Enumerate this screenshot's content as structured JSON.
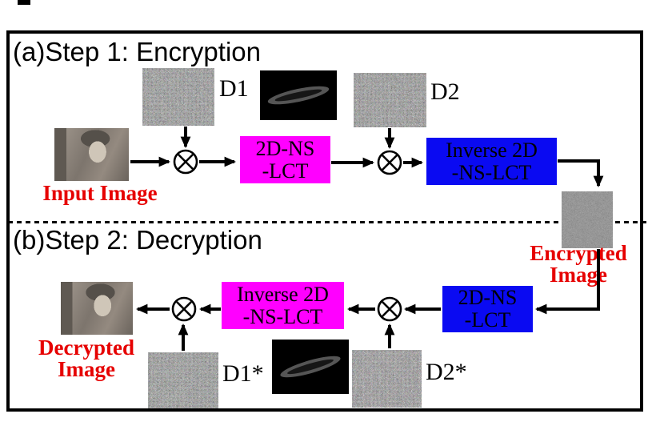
{
  "figure": {
    "colors": {
      "magenta_box": "#ff00ff",
      "blue_box": "#0a0af2",
      "red_label": "#e60000",
      "arrow": "#000000"
    },
    "step1": {
      "title": "(a)Step 1: Encryption",
      "input_image_label": "Input Image",
      "mask1_label": "D1",
      "mask2_label": "D2",
      "forward_box_line1": "2D-NS",
      "forward_box_line2": "-LCT",
      "inverse_box_line1": "Inverse 2D",
      "inverse_box_line2": "-NS-LCT"
    },
    "encrypted": {
      "label_line1": "Encrypted",
      "label_line2": "Image"
    },
    "step2": {
      "title": "(b)Step 2: Decryption",
      "decrypted_label_line1": "Decrypted",
      "decrypted_label_line2": "Image",
      "mask1_label": "D1*",
      "mask2_label": "D2*",
      "forward_box_line1": "2D-NS",
      "forward_box_line2": "-LCT",
      "inverse_box_line1": "Inverse 2D",
      "inverse_box_line2": "-NS-LCT"
    }
  }
}
